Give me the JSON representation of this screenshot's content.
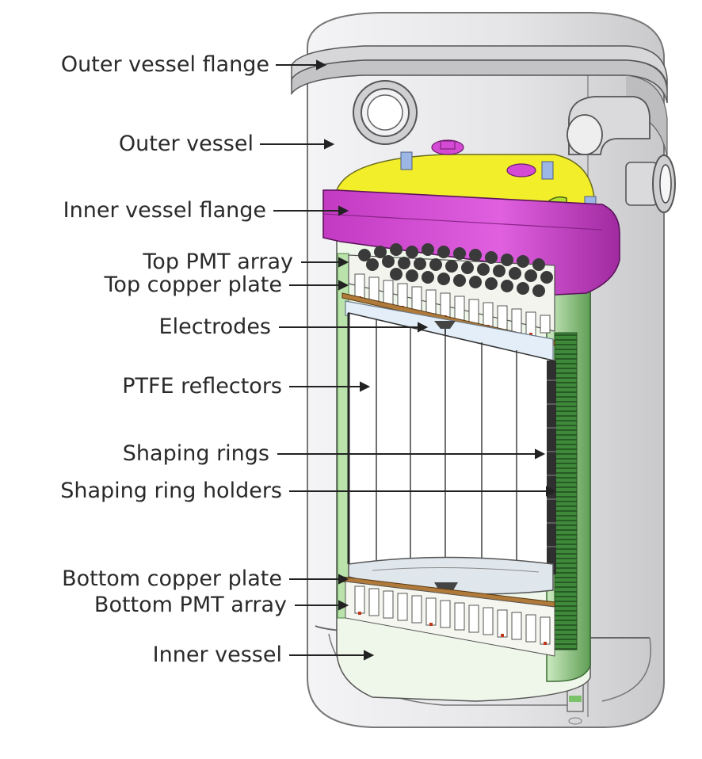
{
  "diagram": {
    "labels": {
      "outer_vessel_flange": "Outer vessel flange",
      "outer_vessel": "Outer vessel",
      "inner_vessel_flange": "Inner vessel flange",
      "top_pmt_array": "Top PMT array",
      "top_copper_plate": "Top copper plate",
      "electrodes": "Electrodes",
      "ptfe_reflectors": "PTFE reflectors",
      "shaping_rings": "Shaping rings",
      "shaping_ring_holders": "Shaping ring holders",
      "bottom_copper_plate": "Bottom copper plate",
      "bottom_pmt_array": "Bottom PMT array",
      "inner_vessel": "Inner vessel"
    },
    "colors": {
      "flange_magenta": "#d23fd2",
      "lid_yellow": "#f2ee2a",
      "tpc_green": "#a9d99a",
      "vessel_grey": "#e4e4e6",
      "pmt_dark": "#3a3a3a",
      "pmt_white": "#f4f4ee"
    }
  }
}
